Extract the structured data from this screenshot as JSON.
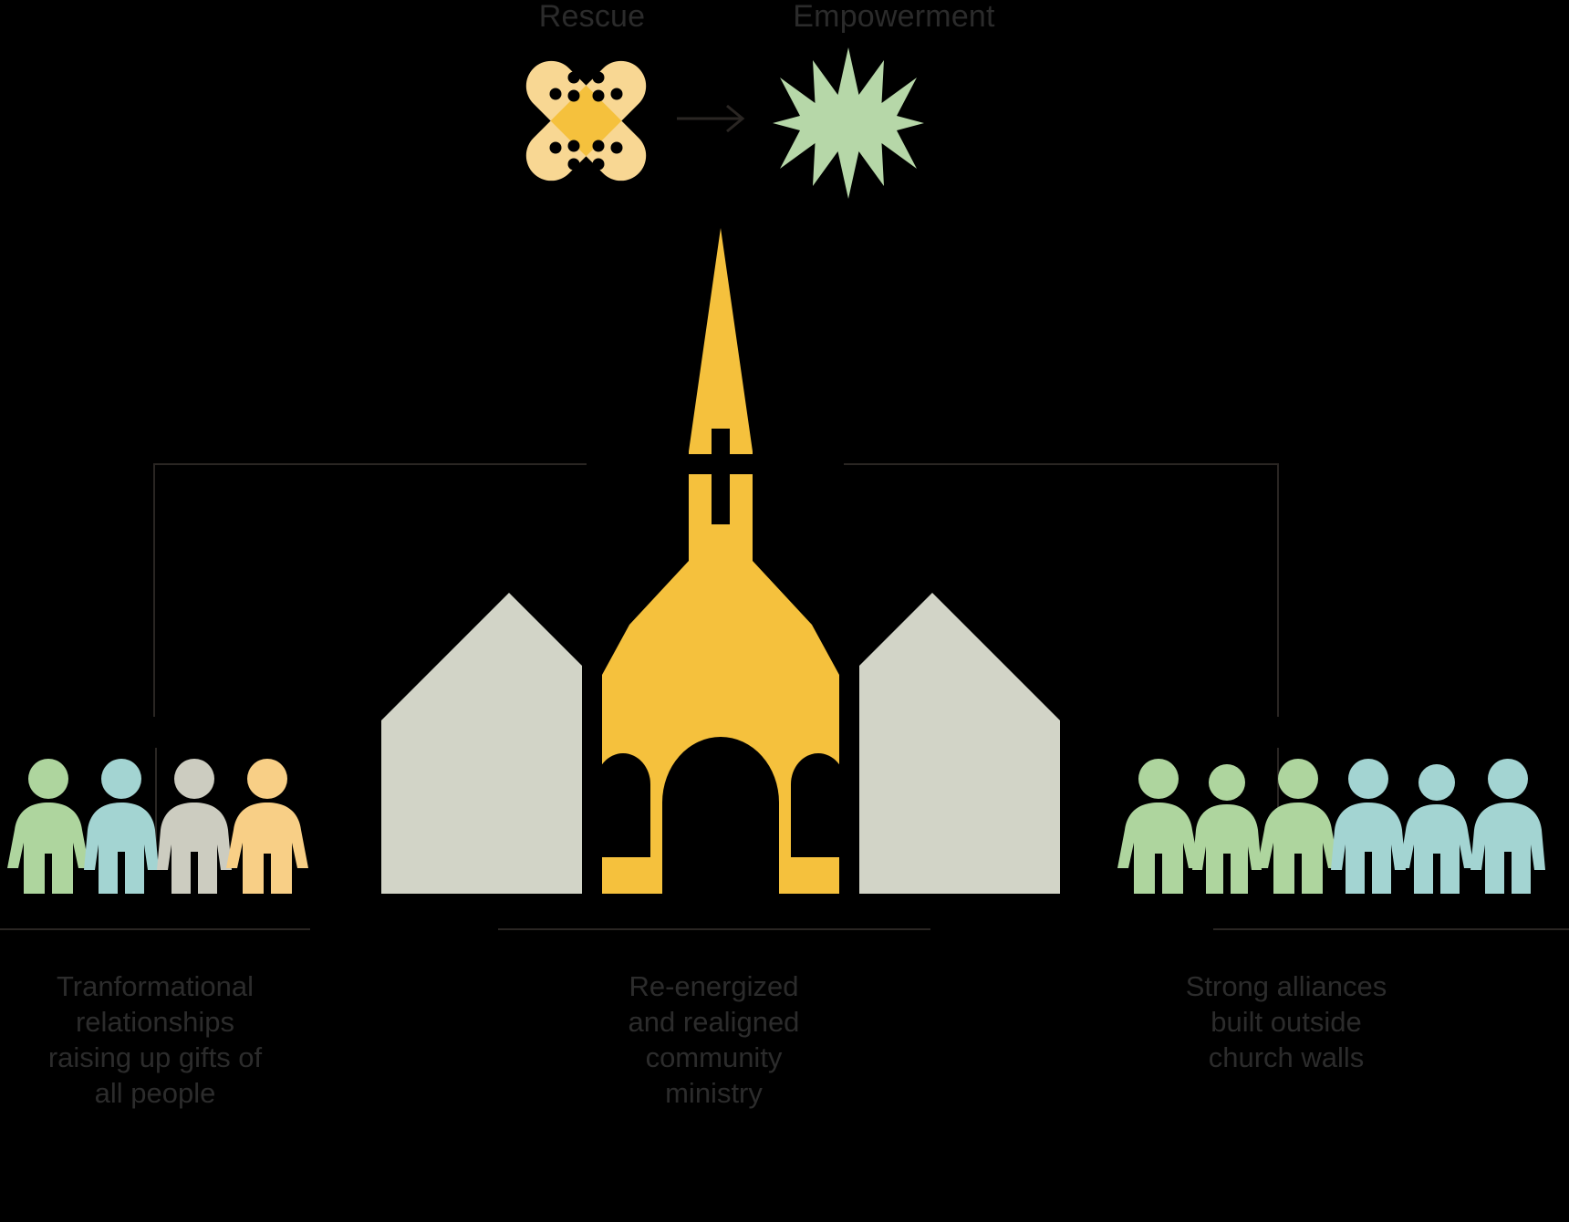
{
  "diagram": {
    "title_flow": {
      "from_label": "Rescue",
      "to_label": "Empowerment",
      "from_icon": "bandage-icon",
      "arrow_icon": "arrow-right-icon",
      "to_icon": "starburst-icon"
    },
    "center_icon": "church-icon",
    "captions": {
      "left": "Tranformational\nrelationships\nraising up gifts of\nall people",
      "center": "Re-energized\nand realigned\ncommunity\nministry",
      "right": "Strong alliances\nbuilt outside\nchurch walls"
    },
    "groups": {
      "left_people": [
        {
          "icon": "person-female-icon",
          "color": "#aed59e"
        },
        {
          "icon": "person-male-icon",
          "color": "#a3d4d2"
        },
        {
          "icon": "person-male-icon",
          "color": "#ccccc0"
        },
        {
          "icon": "person-female-icon",
          "color": "#f8cf86"
        }
      ],
      "right_people": [
        {
          "icon": "person-female-icon",
          "color": "#aed59e"
        },
        {
          "icon": "person-male-icon",
          "color": "#aed59e"
        },
        {
          "icon": "person-female-icon",
          "color": "#aed59e"
        },
        {
          "icon": "person-male-icon",
          "color": "#a3d4d2"
        },
        {
          "icon": "person-female-icon",
          "color": "#a3d4d2"
        },
        {
          "icon": "person-male-icon",
          "color": "#a3d4d2"
        }
      ]
    },
    "colors": {
      "background": "#000000",
      "church_yellow": "#f5c13d",
      "church_gray": "#d2d4c7",
      "bandage_light": "#f8d793",
      "bandage_dark": "#f5c13d",
      "star_green": "#b6d7a8",
      "text": "#2c2c2c",
      "rule": "#2a2623"
    }
  }
}
